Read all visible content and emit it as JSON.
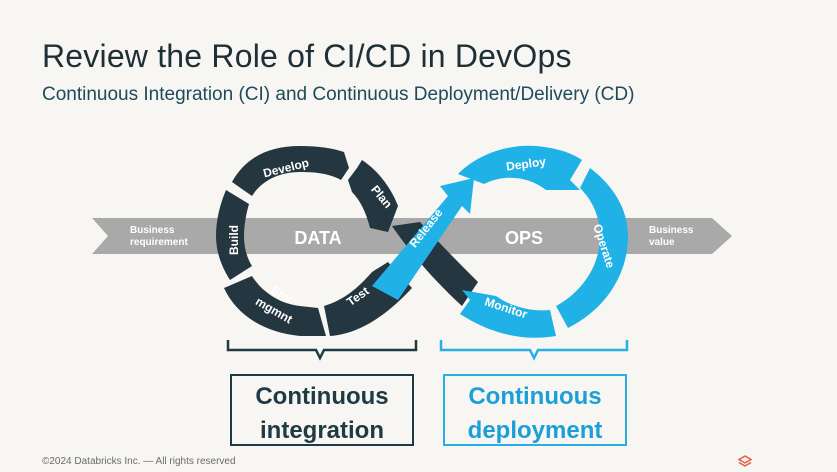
{
  "slide": {
    "title": "Review the Role of CI/CD in DevOps",
    "subtitle": "Continuous Integration (CI) and Continuous Deployment/Delivery (CD)"
  },
  "diagram": {
    "input_label_line1": "Business",
    "input_label_line2": "requirement",
    "output_label_line1": "Business",
    "output_label_line2": "value",
    "left_loop_label": "DATA",
    "right_loop_label": "OPS",
    "ci_stages": [
      "Develop",
      "Plan",
      "Build",
      "Env",
      "mgmnt",
      "Test"
    ],
    "crossover_stage": "Release",
    "cd_stages": [
      "Deploy",
      "Operate",
      "Monitor"
    ]
  },
  "boxes": {
    "ci_line1": "Continuous",
    "ci_line2": "integration",
    "cd_line1": "Continuous",
    "cd_line2": "deployment"
  },
  "footer": {
    "copyright": "©2024 Databricks Inc. — All rights reserved"
  },
  "colors": {
    "dark_loop": "#24363f",
    "light_loop": "#20b1e6",
    "band": "#a9a9a9",
    "background": "#f7f6f3"
  },
  "icons": {
    "logo": "databricks-logo-icon"
  }
}
